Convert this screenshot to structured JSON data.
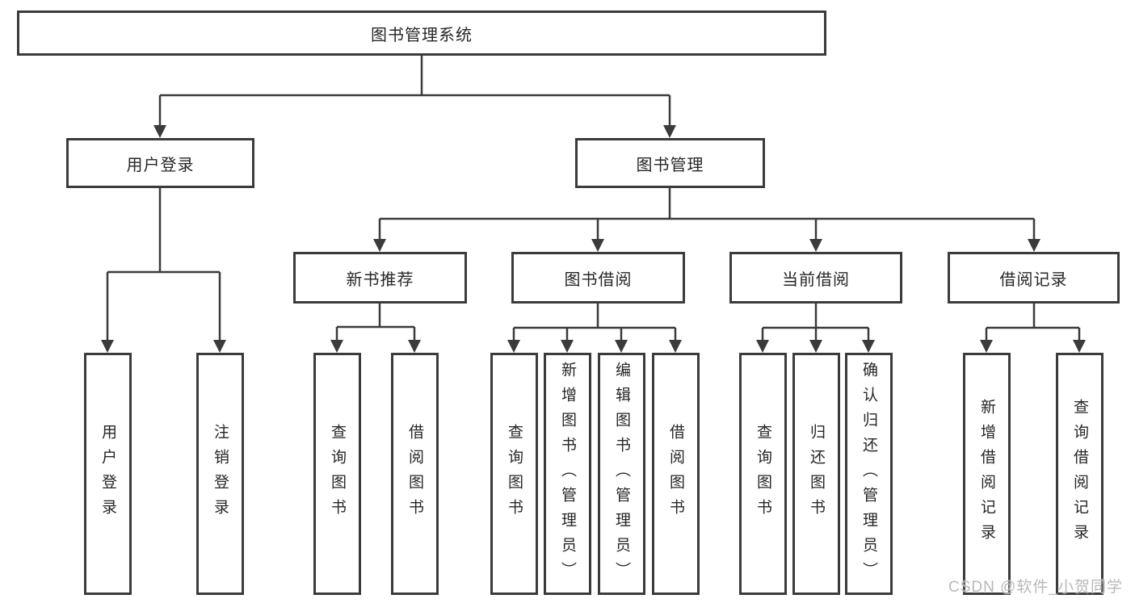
{
  "diagram": {
    "type": "hierarchy-tree",
    "root": {
      "label": "图书管理系统",
      "children": [
        {
          "label": "用户登录",
          "children": [
            {
              "label": "用户登录"
            },
            {
              "label": "注销登录"
            }
          ]
        },
        {
          "label": "图书管理",
          "children": [
            {
              "label": "新书推荐",
              "children": [
                {
                  "label": "查询图书"
                },
                {
                  "label": "借阅图书"
                }
              ]
            },
            {
              "label": "图书借阅",
              "children": [
                {
                  "label": "查询图书"
                },
                {
                  "label": "新增图书（管理员）"
                },
                {
                  "label": "编辑图书（管理员）"
                },
                {
                  "label": "借阅图书"
                }
              ]
            },
            {
              "label": "当前借阅",
              "children": [
                {
                  "label": "查询图书"
                },
                {
                  "label": "归还图书"
                },
                {
                  "label": "确认归还（管理员）"
                }
              ]
            },
            {
              "label": "借阅记录",
              "children": [
                {
                  "label": "新增借阅记录"
                },
                {
                  "label": "查询借阅记录"
                }
              ]
            }
          ]
        }
      ]
    }
  },
  "watermark": {
    "text": "CSDN @软件_小贺同学",
    "color": "#b8b8b8"
  },
  "colors": {
    "line": "#3b3b3b",
    "box_border": "#3b3b3b",
    "text": "#262626",
    "background": "#ffffff"
  }
}
